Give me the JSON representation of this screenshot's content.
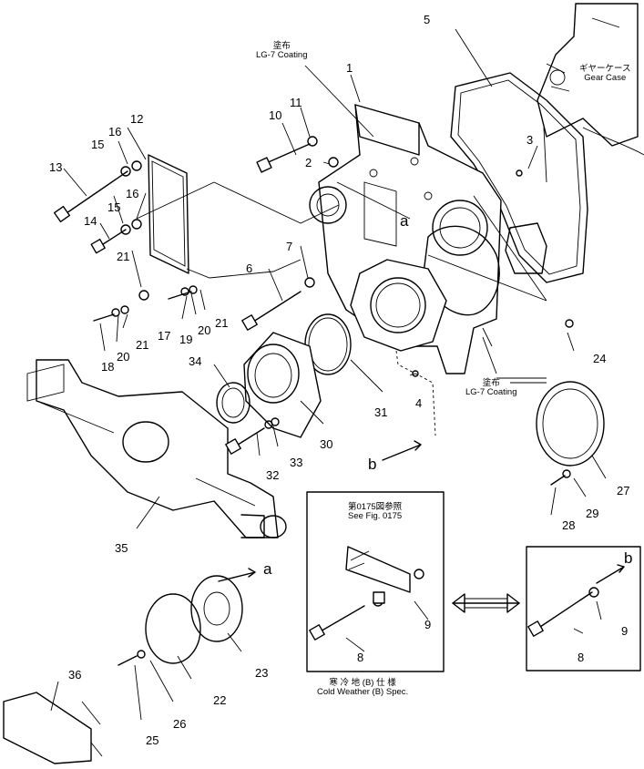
{
  "callouts": {
    "coating_top": {
      "jp": "塗布",
      "en": "LG-7 Coating"
    },
    "coating_mid": {
      "jp": "塗布",
      "en": "LG-7 Coating"
    },
    "gear_case": {
      "jp": "ギヤーケース",
      "en": "Gear Case"
    },
    "see_fig": {
      "jp": "第0175図参照",
      "en": "See Fig. 0175"
    },
    "cold_weather": {
      "jp": "寒 冷 地 (B) 仕 様",
      "en": "Cold Weather (B) Spec."
    }
  },
  "part_numbers": {
    "p1": "1",
    "p2": "2",
    "p3": "3",
    "p4": "4",
    "p5": "5",
    "p6": "6",
    "p7": "7",
    "p8a": "8",
    "p8b": "8",
    "p9a": "9",
    "p9b": "9",
    "p10": "10",
    "p11": "11",
    "p12": "12",
    "p13": "13",
    "p14": "14",
    "p15a": "15",
    "p15b": "15",
    "p16a": "16",
    "p16b": "16",
    "p17": "17",
    "p18": "18",
    "p19": "19",
    "p20a": "20",
    "p20b": "20",
    "p21a": "21",
    "p21b": "21",
    "p21c": "21",
    "p22": "22",
    "p23": "23",
    "p24": "24",
    "p25": "25",
    "p26": "26",
    "p27": "27",
    "p28": "28",
    "p29": "29",
    "p30": "30",
    "p31": "31",
    "p32": "32",
    "p33": "33",
    "p34": "34",
    "p35": "35",
    "p36": "36"
  },
  "ref_letters": {
    "a_top": "a",
    "a_low": "a",
    "b_low": "b",
    "b_box": "b"
  }
}
